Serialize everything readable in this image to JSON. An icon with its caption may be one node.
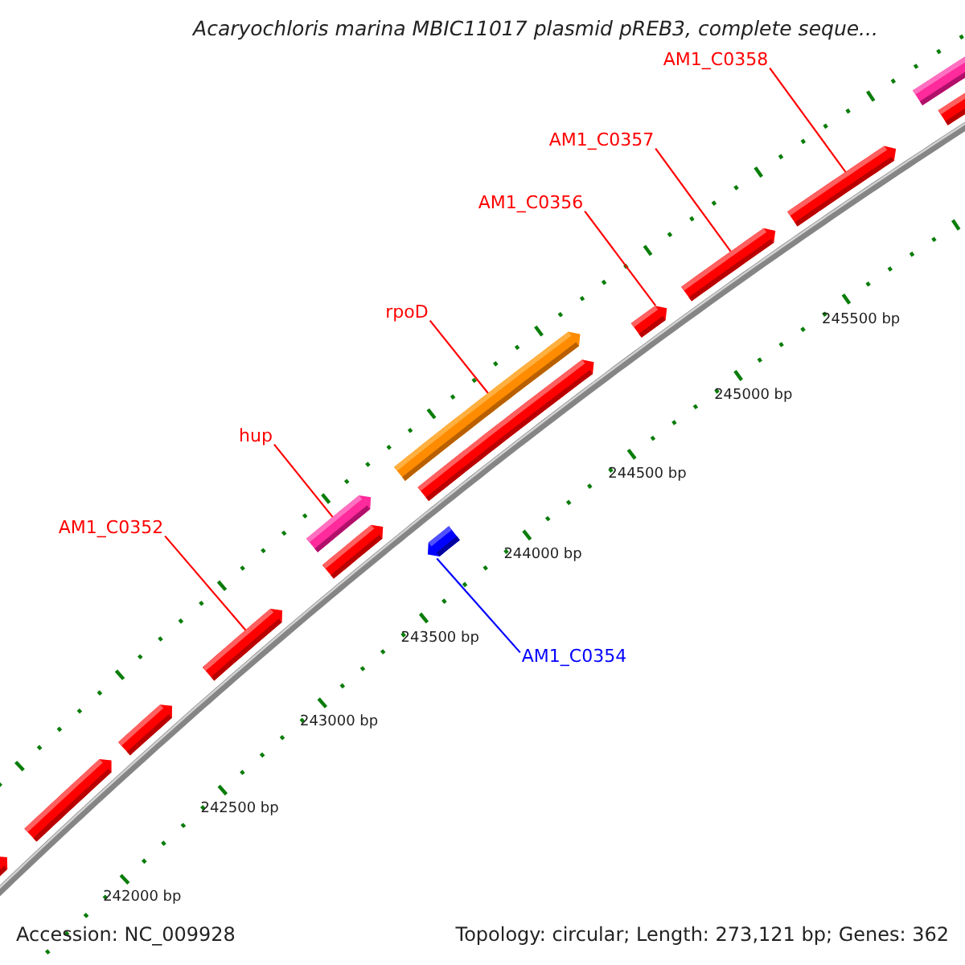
{
  "diagram": {
    "title": "Acaryochloris marina MBIC11017 plasmid pREB3, complete seque...",
    "nodes": [
      {
        "text": [
          "AM1_C0358"
        ]
      },
      {
        "text": [
          "AM1_C0357"
        ]
      },
      {
        "text": [
          "AM1_C0356"
        ]
      },
      {
        "text": [
          "rpoD"
        ]
      },
      {
        "text": [
          "hup"
        ]
      },
      {
        "text": [
          "AM1_C0352"
        ]
      },
      {
        "text": [
          "AM1_C0354"
        ]
      },
      {
        "text": [],
        "shape": "bar"
      },
      {
        "text": [],
        "shape": "bar"
      },
      {
        "text": [],
        "shape": "bar"
      },
      {
        "text": [],
        "shape": "bar"
      },
      {
        "text": [],
        "shape": "bar"
      },
      {
        "text": [],
        "shape": "bar"
      },
      {
        "text": [],
        "shape": "bar"
      },
      {
        "text": [],
        "shape": "bar"
      },
      {
        "text": [],
        "shape": "bar"
      },
      {
        "text": [],
        "shape": "bar"
      },
      {
        "text": [],
        "shape": "bar"
      },
      {
        "text": [],
        "shape": "bar"
      },
      {
        "text": [],
        "shape": "bar"
      },
      {
        "text": [],
        "shape": "bar"
      }
    ],
    "edges": [
      {
        "from": 0,
        "to": 18,
        "arrow": "none"
      },
      {
        "from": 1,
        "to": 17,
        "arrow": "none"
      },
      {
        "from": 2,
        "to": 16,
        "arrow": "none"
      },
      {
        "from": 3,
        "to": 14,
        "arrow": "none"
      },
      {
        "from": 4,
        "to": 12,
        "arrow": "none"
      },
      {
        "from": 5,
        "to": 10,
        "arrow": "none"
      },
      {
        "from": 6,
        "to": 13,
        "arrow": "none",
        "color": "#0000ff"
      }
    ],
    "labels": [
      "245500 bp",
      "245000 bp",
      "244500 bp",
      "244000 bp",
      "243500 bp",
      "243000 bp",
      "242500 bp",
      "242000 bp",
      "Accession: NC_009928",
      "Topology: circular; Length: 273,121 bp; Genes: 362"
    ]
  }
}
